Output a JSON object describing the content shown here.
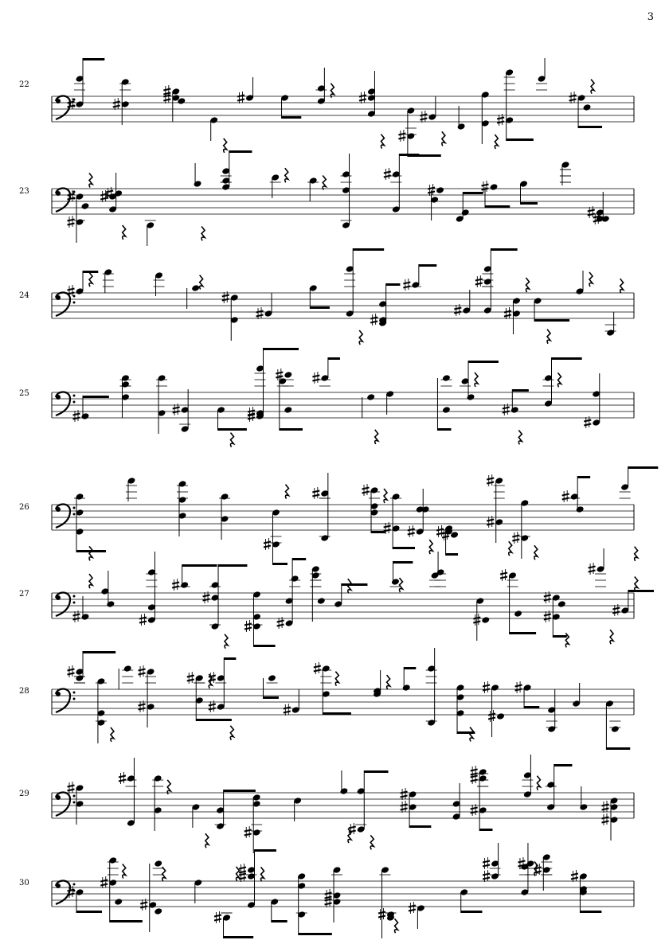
{
  "page_number": "3",
  "clef": "bass",
  "systems": [
    {
      "measure": "22"
    },
    {
      "measure": "23"
    },
    {
      "measure": "24"
    },
    {
      "measure": "25"
    },
    {
      "measure": "26"
    },
    {
      "measure": "27"
    },
    {
      "measure": "28"
    },
    {
      "measure": "29"
    },
    {
      "measure": "30"
    }
  ]
}
